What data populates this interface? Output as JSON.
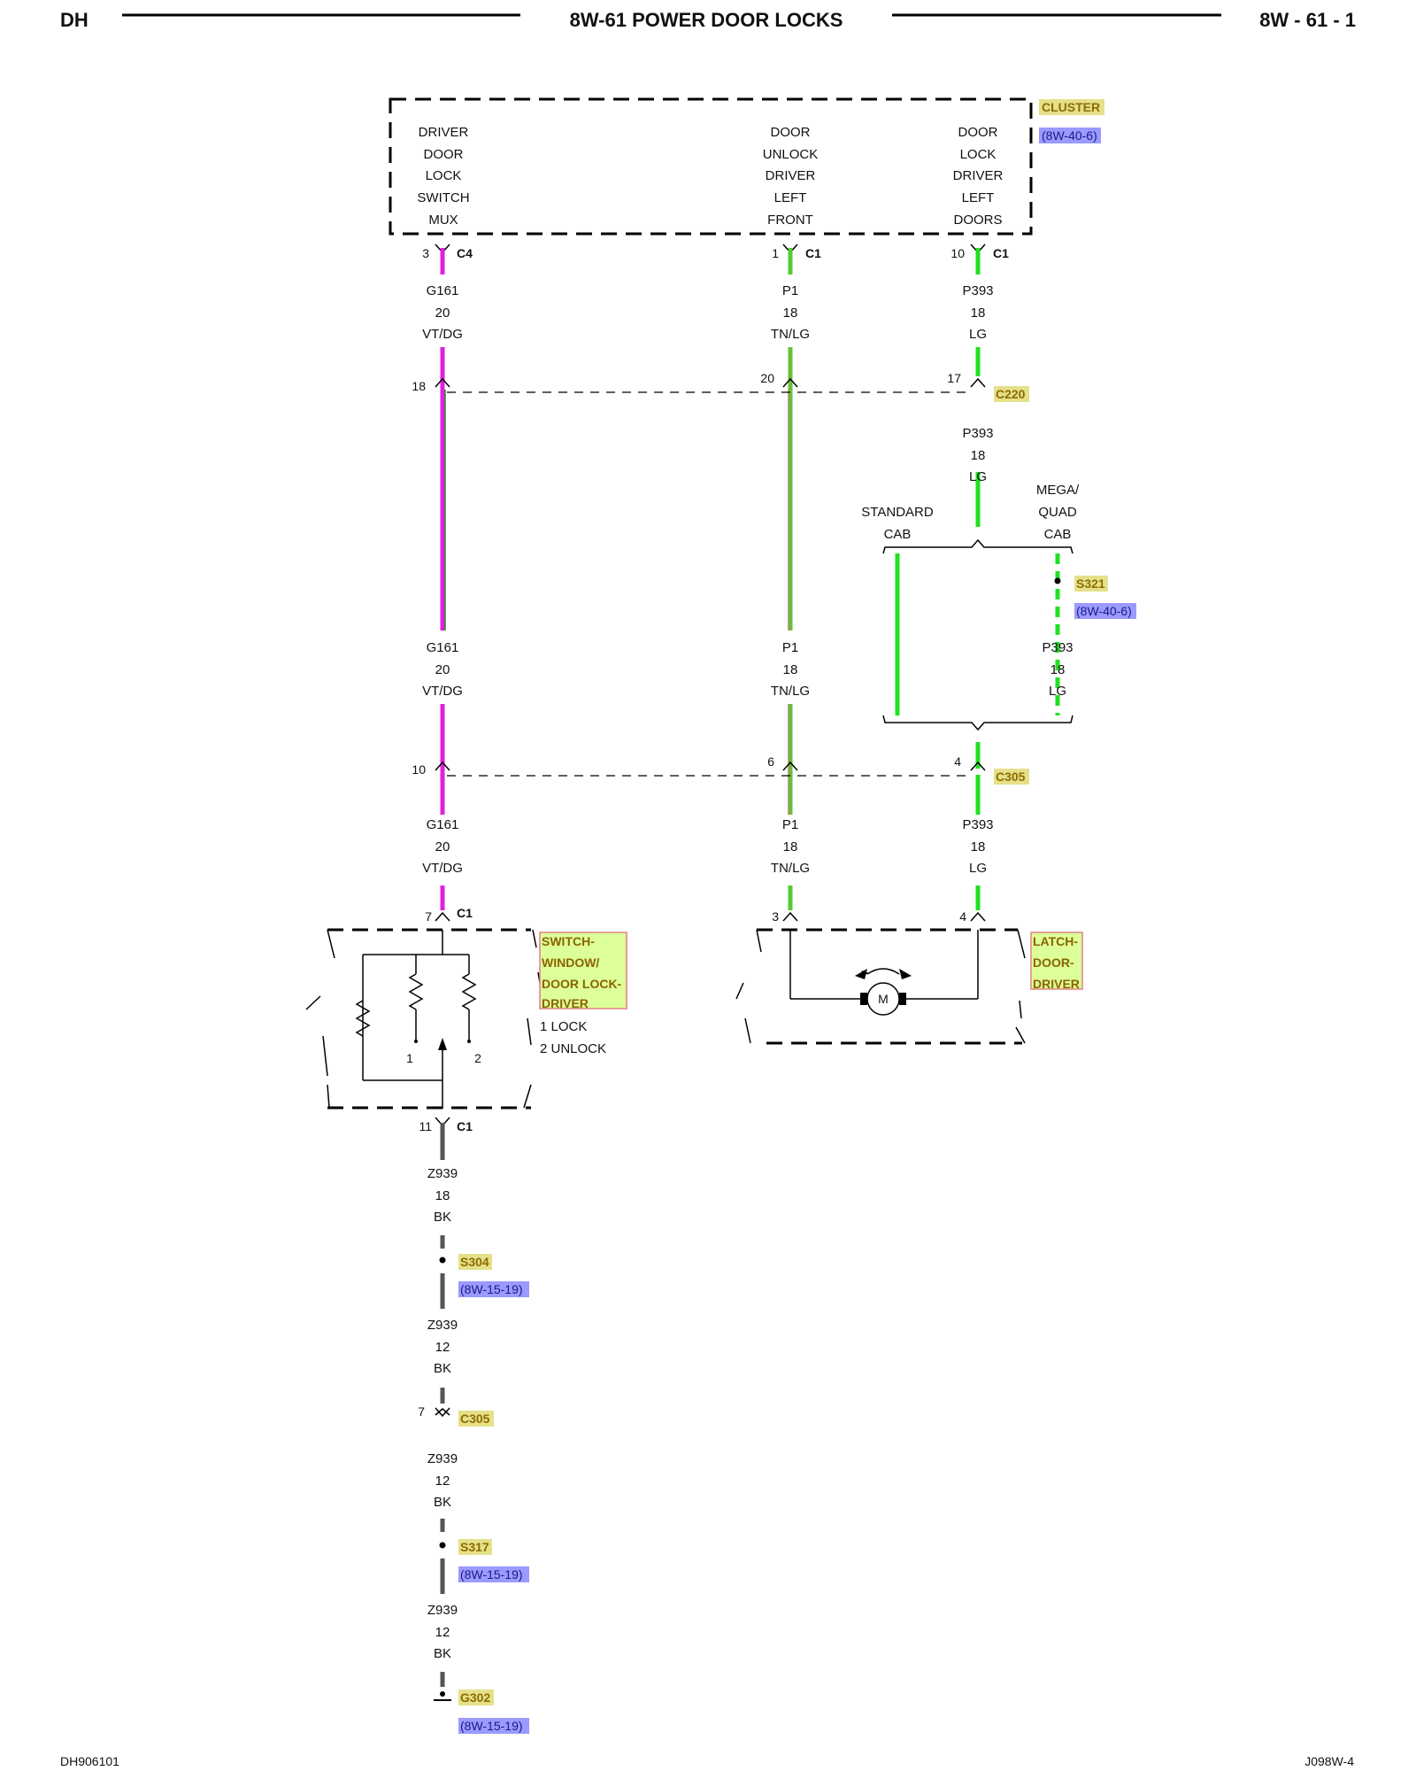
{
  "header": {
    "left": "DH",
    "title": "8W-61 POWER DOOR LOCKS",
    "right": "8W - 61 - 1"
  },
  "footer": {
    "left": "DH906101",
    "right": "J098W-4"
  },
  "cluster": {
    "name": "CLUSTER",
    "ref": "(8W-40-6)",
    "col1": [
      "DRIVER",
      "DOOR",
      "LOCK",
      "SWITCH",
      "MUX"
    ],
    "col2": [
      "DOOR",
      "UNLOCK",
      "DRIVER",
      "LEFT",
      "FRONT"
    ],
    "col3": [
      "DOOR",
      "LOCK",
      "DRIVER",
      "LEFT",
      "DOORS"
    ]
  },
  "cluster_pins": {
    "a_pin": "3",
    "a_conn": "C4",
    "b_pin": "1",
    "b_conn": "C1",
    "c_pin": "10",
    "c_conn": "C1"
  },
  "wire_a": [
    "G161",
    "20",
    "VT/DG"
  ],
  "wire_b": [
    "P1",
    "18",
    "TN/LG"
  ],
  "wire_c": [
    "P393",
    "18",
    "LG"
  ],
  "c220": {
    "name": "C220",
    "pin_a": "18",
    "pin_b": "20",
    "pin_c": "17"
  },
  "c305": {
    "name": "C305",
    "pin_a": "10",
    "pin_b": "6",
    "pin_c": "4"
  },
  "branches": {
    "standard": [
      "STANDARD",
      "CAB"
    ],
    "mega": [
      "MEGA/",
      "QUAD",
      "CAB"
    ]
  },
  "s321": {
    "name": "S321",
    "ref": "(8W-40-6)"
  },
  "switch": {
    "name_lines": [
      "SWITCH-",
      "WINDOW/",
      "DOOR LOCK-",
      "DRIVER"
    ],
    "legend": [
      "1 LOCK",
      "2 UNLOCK"
    ],
    "in_pin": "7",
    "in_conn": "C1",
    "out_pin": "11",
    "out_conn": "C1",
    "pos1": "1",
    "pos2": "2"
  },
  "latch": {
    "name_lines": [
      "LATCH-",
      "DOOR-",
      "DRIVER"
    ],
    "pin_a": "3",
    "pin_b": "4",
    "motor": "M"
  },
  "ground": {
    "wire1": [
      "Z939",
      "18",
      "BK"
    ],
    "s304": {
      "name": "S304",
      "ref": "(8W-15-19)"
    },
    "wire2": [
      "Z939",
      "12",
      "BK"
    ],
    "c305_pin": "7",
    "c305_name": "C305",
    "wire3": [
      "Z939",
      "12",
      "BK"
    ],
    "s317": {
      "name": "S317",
      "ref": "(8W-15-19)"
    },
    "wire4": [
      "Z939",
      "12",
      "BK"
    ],
    "g302": {
      "name": "G302",
      "ref": "(8W-15-19)"
    }
  },
  "colors": {
    "violet": "#e020e0",
    "dkgreen": "#3a8a3a",
    "tan": "#a88a5a",
    "ltgreen": "#22e022",
    "black": "#555555",
    "tagYellow": "#e6e08a",
    "tagBlue": "#9a9aff",
    "compFill": "#ddff99",
    "compBorder": "#e08080"
  }
}
